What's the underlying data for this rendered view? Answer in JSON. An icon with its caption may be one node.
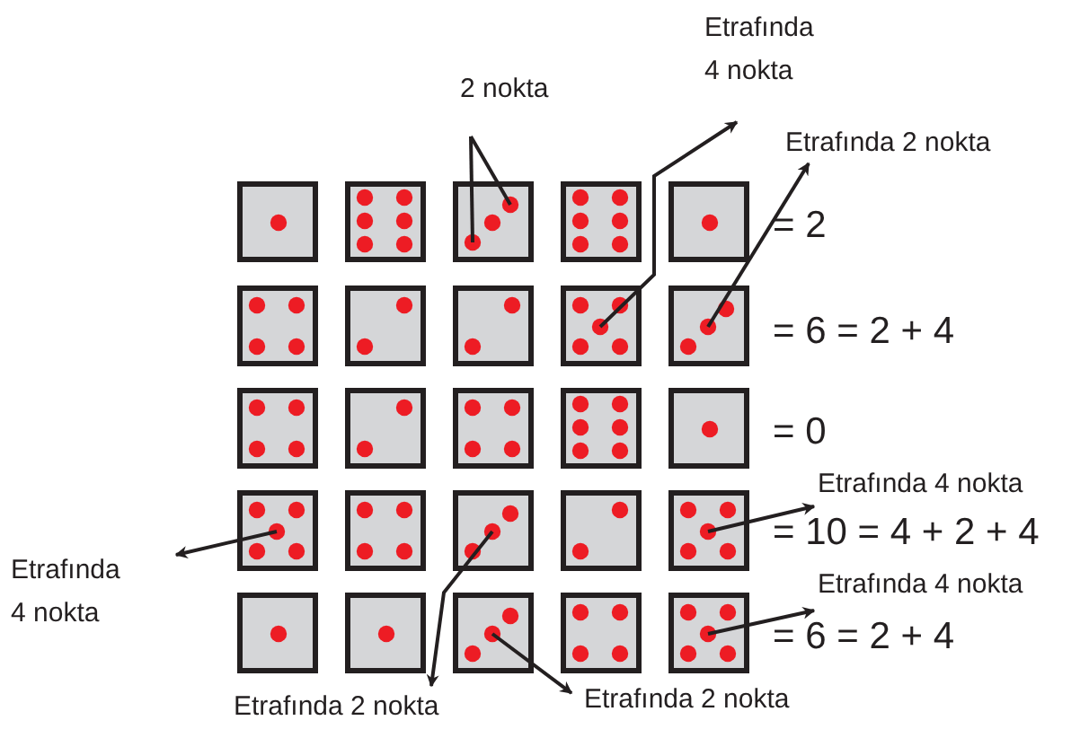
{
  "diagram": {
    "nodes": [
      {
        "text": [],
        "shape": "box"
      },
      {
        "text": [],
        "shape": "box"
      },
      {
        "text": [],
        "shape": "box"
      },
      {
        "text": [],
        "shape": "box"
      },
      {
        "text": [],
        "shape": "box"
      },
      {
        "text": [],
        "shape": "box"
      },
      {
        "text": [],
        "shape": "box"
      },
      {
        "text": [],
        "shape": "box"
      },
      {
        "text": [],
        "shape": "box"
      },
      {
        "text": [],
        "shape": "box"
      },
      {
        "text": [],
        "shape": "box"
      },
      {
        "text": [],
        "shape": "box"
      },
      {
        "text": [],
        "shape": "box"
      },
      {
        "text": [],
        "shape": "box"
      },
      {
        "text": [],
        "shape": "box"
      },
      {
        "text": [],
        "shape": "box"
      },
      {
        "text": [],
        "shape": "box"
      },
      {
        "text": [],
        "shape": "box"
      },
      {
        "text": [],
        "shape": "box"
      },
      {
        "text": [],
        "shape": "box"
      },
      {
        "text": [],
        "shape": "box"
      },
      {
        "text": [],
        "shape": "box"
      },
      {
        "text": [],
        "shape": "box"
      },
      {
        "text": [],
        "shape": "box"
      },
      {
        "text": [],
        "shape": "box"
      },
      {
        "text": [
          "2 nokta"
        ]
      },
      {
        "text": [
          "Etrafında 4 nokta"
        ]
      },
      {
        "text": [
          "Etrafında 2 nokta"
        ]
      },
      {
        "text": [
          "Etrafında 4 nokta"
        ]
      },
      {
        "text": [
          "Etrafında 4 nokta"
        ]
      },
      {
        "text": [
          "Etrafında 4 nokta"
        ]
      },
      {
        "text": [
          "Etrafında 2 nokta"
        ]
      },
      {
        "text": [
          "Etrafında 2 nokta"
        ]
      }
    ],
    "edges": [
      {
        "from": 25,
        "to": 2,
        "arrow": "none"
      },
      {
        "from": 25,
        "to": 2,
        "arrow": "none"
      },
      {
        "from": 8,
        "to": 26,
        "arrow": "to"
      },
      {
        "from": 9,
        "to": 27,
        "arrow": "to"
      },
      {
        "from": 19,
        "to": 28,
        "arrow": "to"
      },
      {
        "from": 24,
        "to": 29,
        "arrow": "to"
      },
      {
        "from": 15,
        "to": 30,
        "arrow": "to"
      },
      {
        "from": 17,
        "to": 31,
        "arrow": "to"
      },
      {
        "from": 22,
        "to": 32,
        "arrow": "to"
      }
    ],
    "labels": [
      "= 2",
      "= 6 = 2 + 4",
      "= 0",
      "= 10 = 4 + 2 + 4",
      "= 6 = 2 + 4"
    ]
  }
}
